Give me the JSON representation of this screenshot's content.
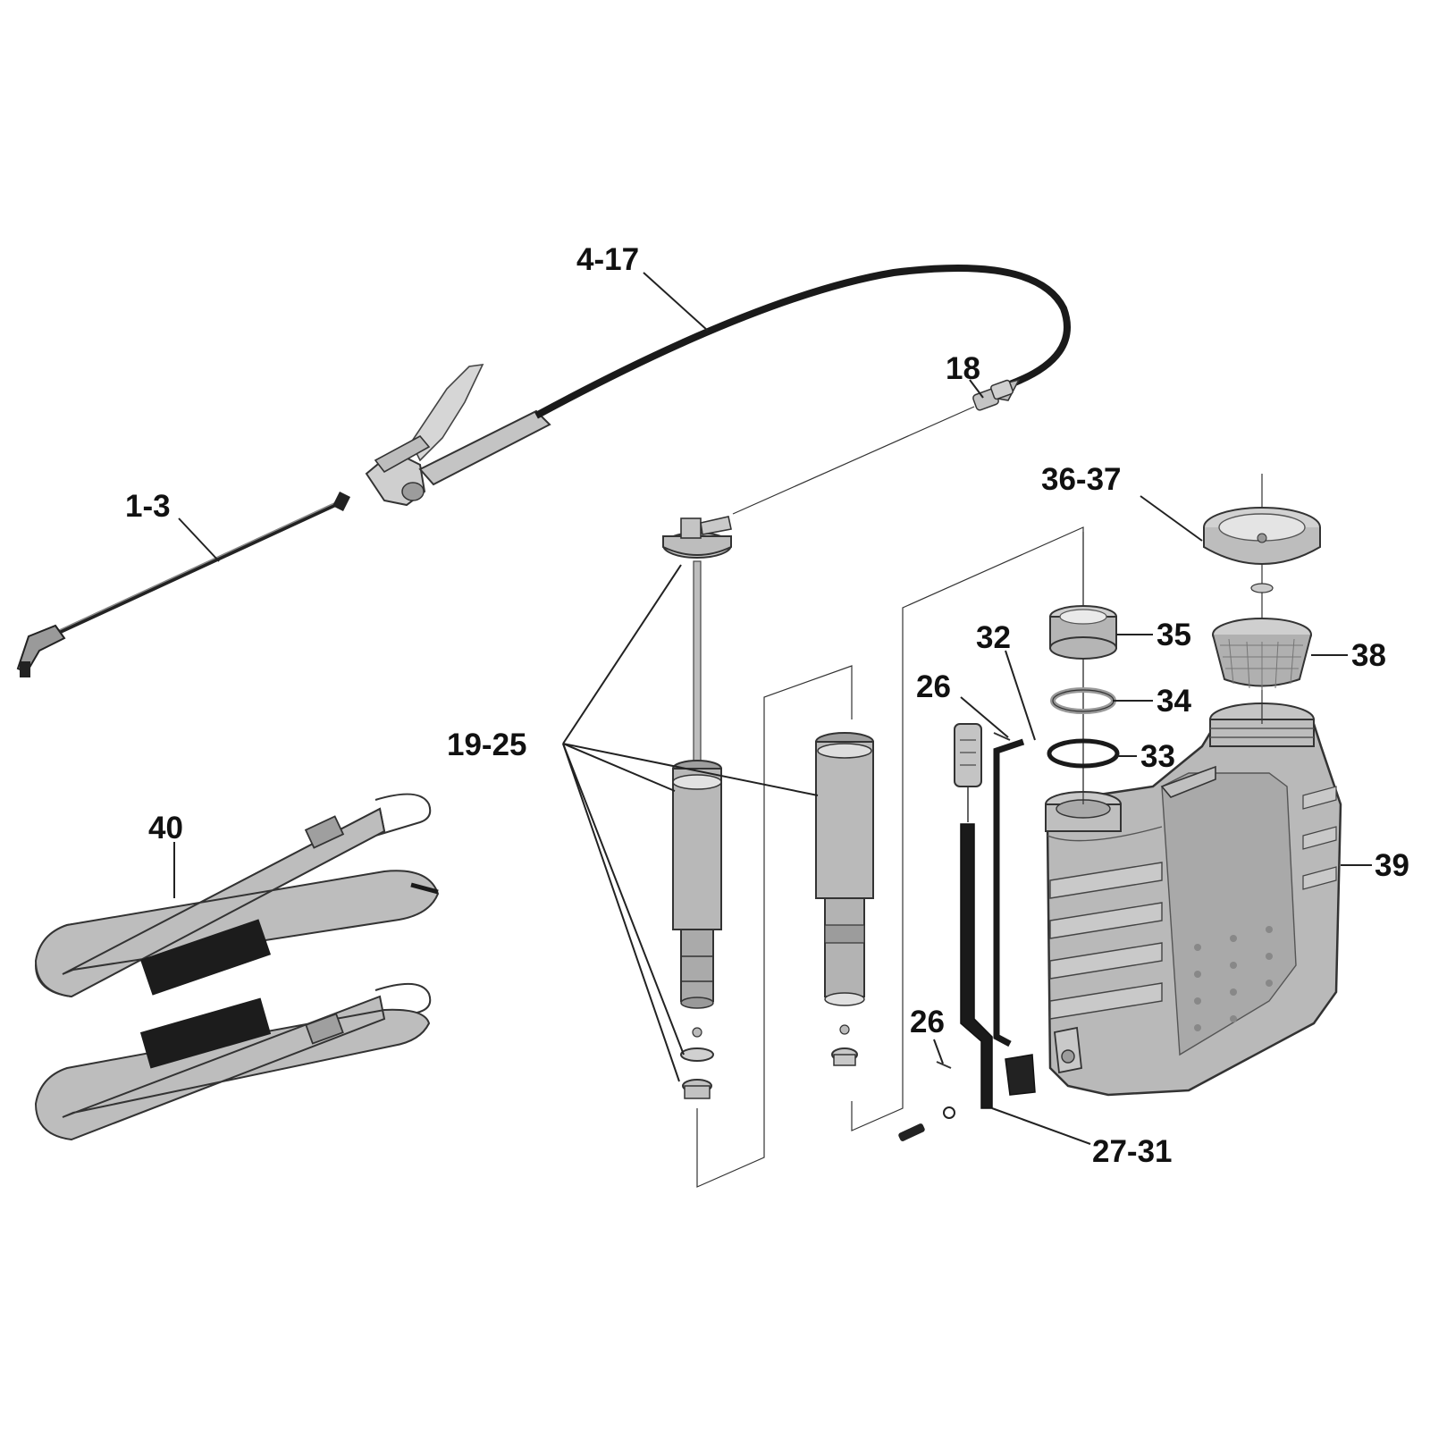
{
  "diagram": {
    "labels": {
      "nozzle": "1-3",
      "hose": "4-17",
      "connector": "18",
      "pump": "19-25",
      "pin_upper": "26",
      "pin_lower": "26",
      "handle_bracket": "27-31",
      "handle_rod": "32",
      "o_ring": "33",
      "washer": "34",
      "cap_ring": "35",
      "cover": "36-37",
      "strainer": "38",
      "tank": "39",
      "straps": "40"
    },
    "colors": {
      "part_fill": "#b9b9b9",
      "part_dark": "#8e8e8e",
      "hose": "#1a1a1a",
      "strap_pad": "#1c1c1c",
      "background": "#ffffff"
    }
  }
}
